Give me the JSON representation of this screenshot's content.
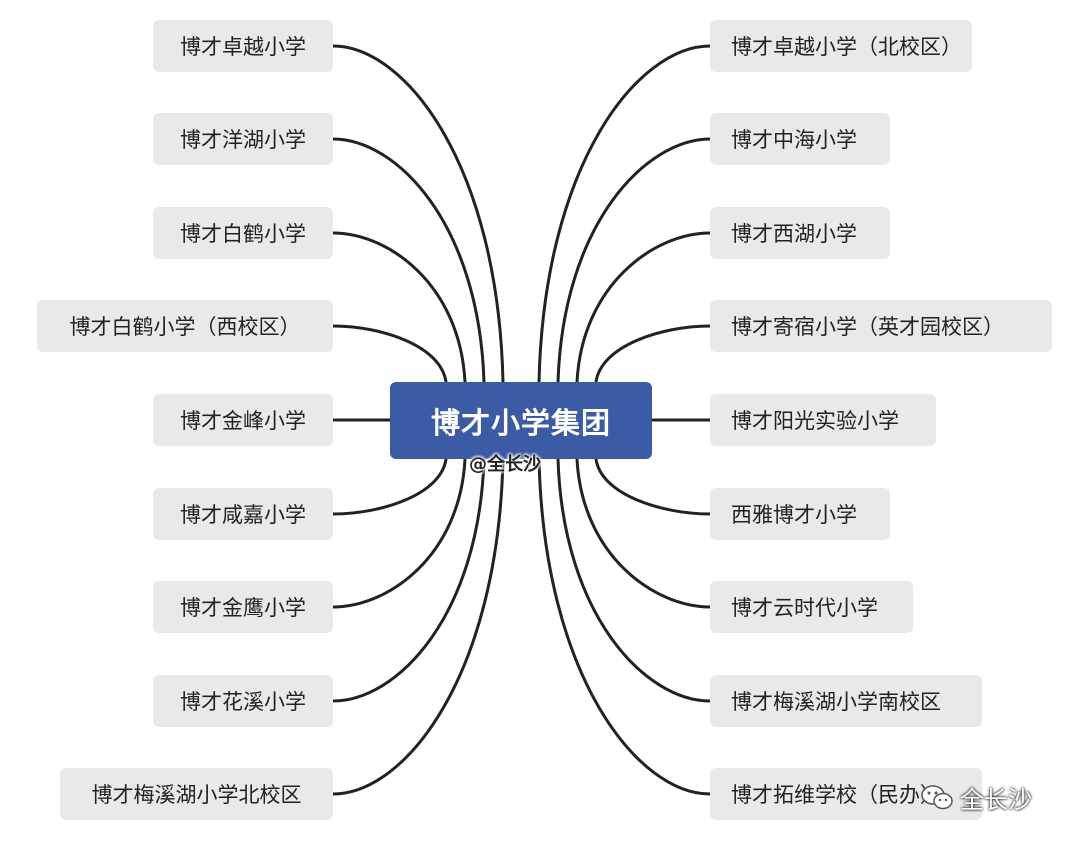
{
  "center": {
    "title": "博才小学集团",
    "handle": "@全长沙"
  },
  "left_nodes": [
    "博才卓越小学",
    "博才洋湖小学",
    "博才白鹤小学",
    "博才白鹤小学（西校区）",
    "博才金峰小学",
    "博才咸嘉小学",
    "博才金鹰小学",
    "博才花溪小学",
    "博才梅溪湖小学北校区"
  ],
  "right_nodes": [
    "博才卓越小学（北校区）",
    "博才中海小学",
    "博才西湖小学",
    "博才寄宿小学（英才园校区）",
    "博才阳光实验小学",
    "西雅博才小学",
    "博才云时代小学",
    "博才梅溪湖小学南校区",
    "博才拓维学校（民办）"
  ],
  "watermark": {
    "text": "全长沙",
    "icon": "wechat-icon"
  },
  "colors": {
    "center_fill": "#3b5ba6",
    "node_fill": "#e9e9e9",
    "line": "#222222"
  }
}
